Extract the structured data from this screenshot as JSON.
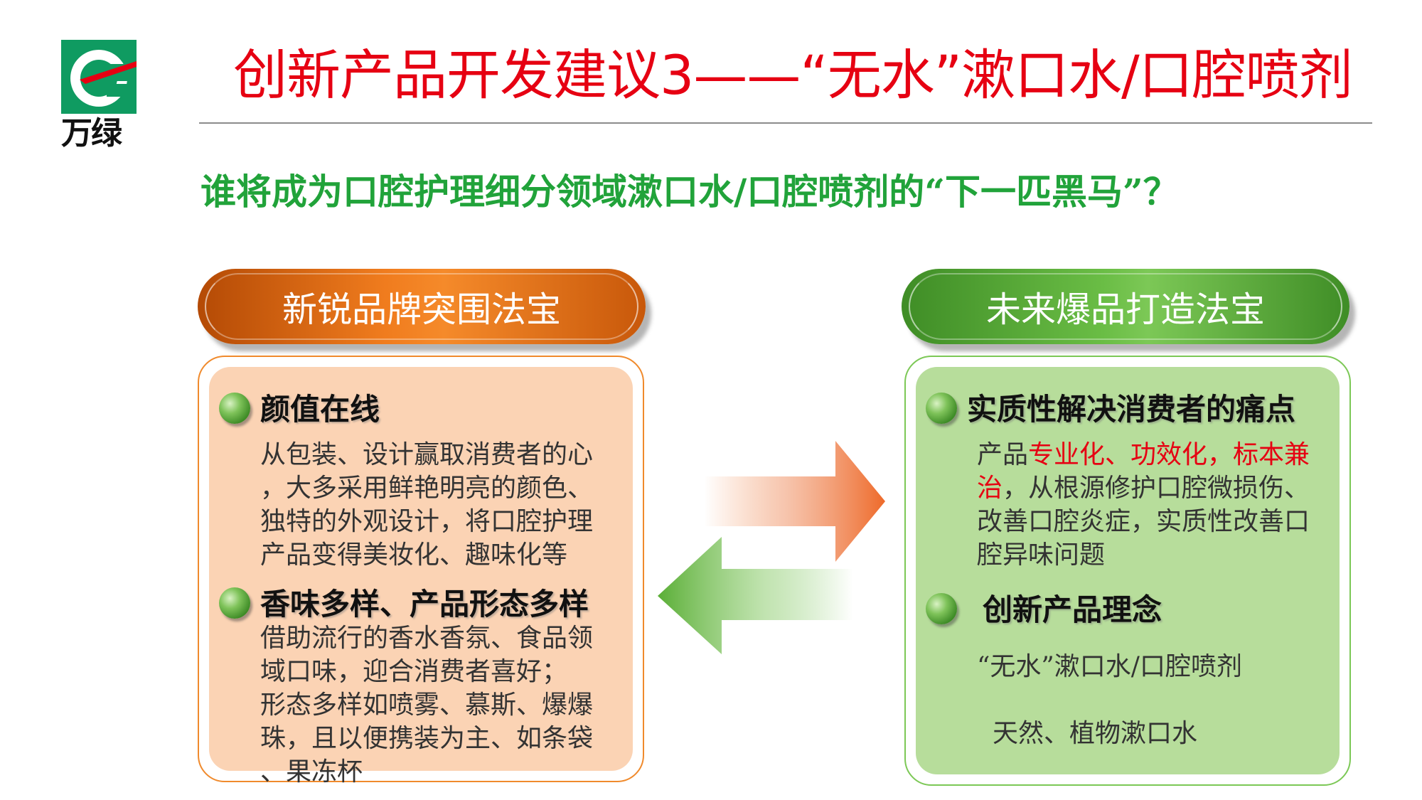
{
  "logo": {
    "brand_text": "万绿"
  },
  "title": "创新产品开发建议3——“无水”漱口水/口腔喷剂",
  "subtitle": "谁将成为口腔护理细分领域漱口水/口腔喷剂的“下一匹黑马”？",
  "left_panel": {
    "pill_label": "新锐品牌突围法宝",
    "items": [
      {
        "heading": "颜值在线",
        "lines": [
          "从包装、设计赢取消费者的心",
          "，大多采用鲜艳明亮的颜色、",
          "独特的外观设计，将口腔护理",
          "产品变得美妆化、趣味化等"
        ]
      },
      {
        "heading": "香味多样、产品形态多样",
        "lines": [
          "借助流行的香水香氛、食品领",
          "域口味，迎合消费者喜好；",
          "形态多样如喷雾、慕斯、爆爆",
          "珠，且以便携装为主、如条袋",
          "、果冻杯"
        ]
      }
    ]
  },
  "right_panel": {
    "pill_label": "未来爆品打造法宝",
    "items": [
      {
        "heading": "实质性解决消费者的痛点",
        "line1_prefix": "产品",
        "line1_red": "专业化、功效化，标本兼",
        "line2_red": "治",
        "line2_rest": "，从根源修护口腔微损伤、",
        "lines_rest": [
          "改善口腔炎症，实质性改善口",
          "腔异味问题"
        ]
      },
      {
        "heading": "创新产品理念",
        "lines": [
          "“无水”漱口水/口腔喷剂",
          "天然、植物漱口水"
        ]
      }
    ]
  },
  "colors": {
    "title_red": "#e60012",
    "subtitle_green": "#21a33a",
    "orange": "#f07c1e",
    "green": "#6abd45"
  }
}
